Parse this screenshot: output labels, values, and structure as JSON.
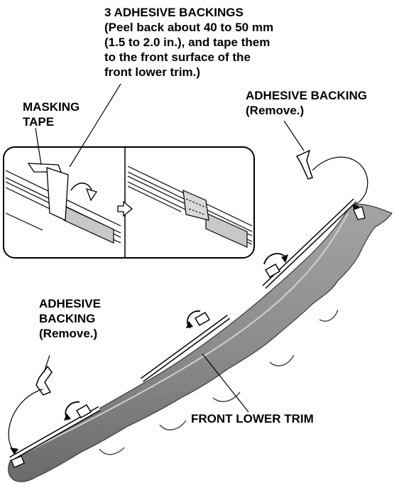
{
  "callouts": {
    "adhesive_backings_note": [
      "3 ADHESIVE BACKINGS",
      "(Peel back about 40 to 50 mm",
      "(1.5 to 2.0 in.), and tape them",
      "to the front surface of the",
      "front lower trim.)"
    ],
    "masking_tape": [
      "MASKING",
      "TAPE"
    ],
    "adhesive_backing_right": [
      "ADHESIVE BACKING",
      "(Remove.)"
    ],
    "adhesive_backing_left": [
      "ADHESIVE",
      "BACKING",
      "(Remove.)"
    ],
    "front_lower_trim": "FRONT LOWER TRIM"
  },
  "colors": {
    "trim_fill": "#8a8a8a",
    "trim_shade": "#6f6f6f",
    "strip_fill": "#c8c8c8",
    "ink": "#000000"
  }
}
